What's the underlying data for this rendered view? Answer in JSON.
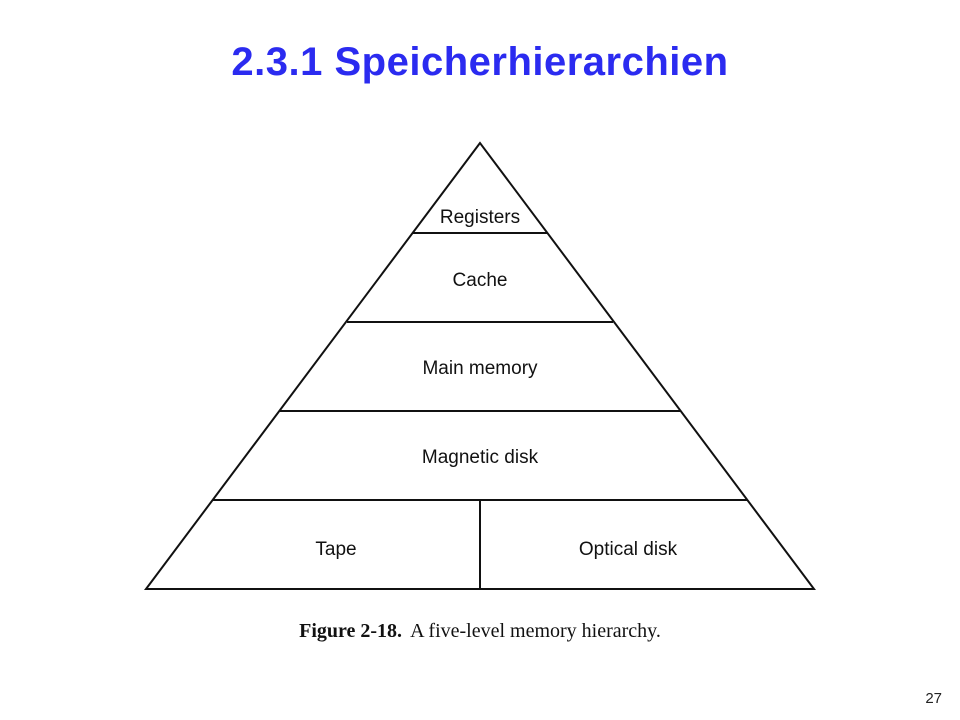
{
  "slide": {
    "title": "2.3.1  Speicherhierarchien",
    "page_number": "27",
    "title_color": "#2b2bf0"
  },
  "pyramid": {
    "levels": [
      {
        "label": "Registers"
      },
      {
        "label": "Cache"
      },
      {
        "label": "Main memory"
      },
      {
        "label": "Magnetic disk"
      },
      {
        "label": "Tape",
        "split_label": "Optical disk"
      }
    ]
  },
  "caption": {
    "label": "Figure 2-18.",
    "text": "A five-level memory hierarchy."
  }
}
